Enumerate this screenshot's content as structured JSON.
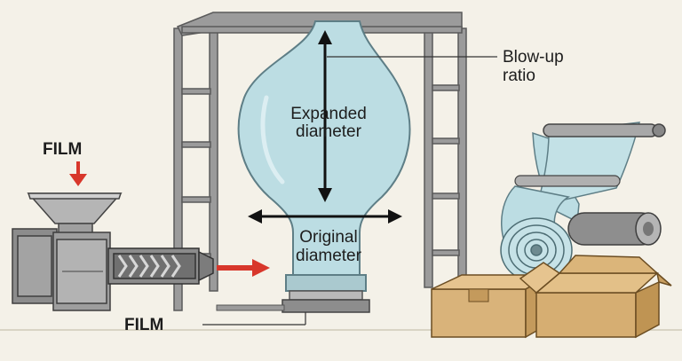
{
  "labels": {
    "film_top": "FILM",
    "film_bottom": "FILM",
    "blow_up_line1": "Blow-up",
    "blow_up_line2": "ratio",
    "expanded_line1": "Expanded",
    "expanded_line2": "diameter",
    "original_line1": "Original",
    "original_line2": "diameter"
  },
  "colors": {
    "background": "#f4f1e8",
    "film_bubble": "#bcdde3",
    "arrow_red": "#d8372b",
    "metal_grey": "#9a9a9a",
    "frame_grey": "#8a8a8a",
    "cardboard": "#d9b37a"
  },
  "icons": {
    "extruder": "extruder-machine-icon",
    "hopper": "hopper-icon",
    "screw": "screw-conveyor-icon",
    "bubble": "film-bubble-icon",
    "tower": "tower-frame-icon",
    "roll": "film-roll-icon",
    "winder": "winder-machine-icon",
    "boxes": "cardboard-box-icon"
  }
}
